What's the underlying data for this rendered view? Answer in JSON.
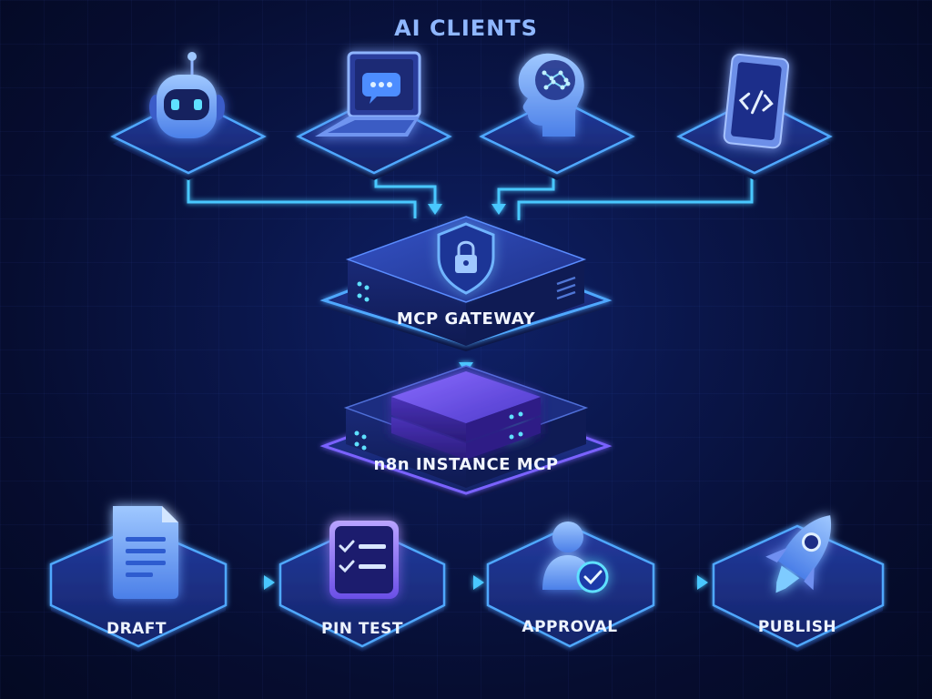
{
  "title": "AI CLIENTS",
  "gateway": {
    "label": "MCP GATEWAY"
  },
  "instance": {
    "label": "n8n INSTANCE MCP"
  },
  "clients": [
    {
      "icon": "robot-icon"
    },
    {
      "icon": "laptop-chat-icon"
    },
    {
      "icon": "brain-head-icon"
    },
    {
      "icon": "code-tablet-icon"
    }
  ],
  "pipeline": [
    {
      "label": "DRAFT",
      "icon": "document-icon"
    },
    {
      "label": "PIN TEST",
      "icon": "checklist-icon"
    },
    {
      "label": "APPROVAL",
      "icon": "user-check-icon"
    },
    {
      "label": "PUBLISH",
      "icon": "rocket-icon"
    }
  ],
  "colors": {
    "background": "#0a164a",
    "accent": "#49c8ff",
    "platform_top": "#1c2f8c",
    "platform_edge": "#3f8bff",
    "purple": "#7b5cff"
  }
}
